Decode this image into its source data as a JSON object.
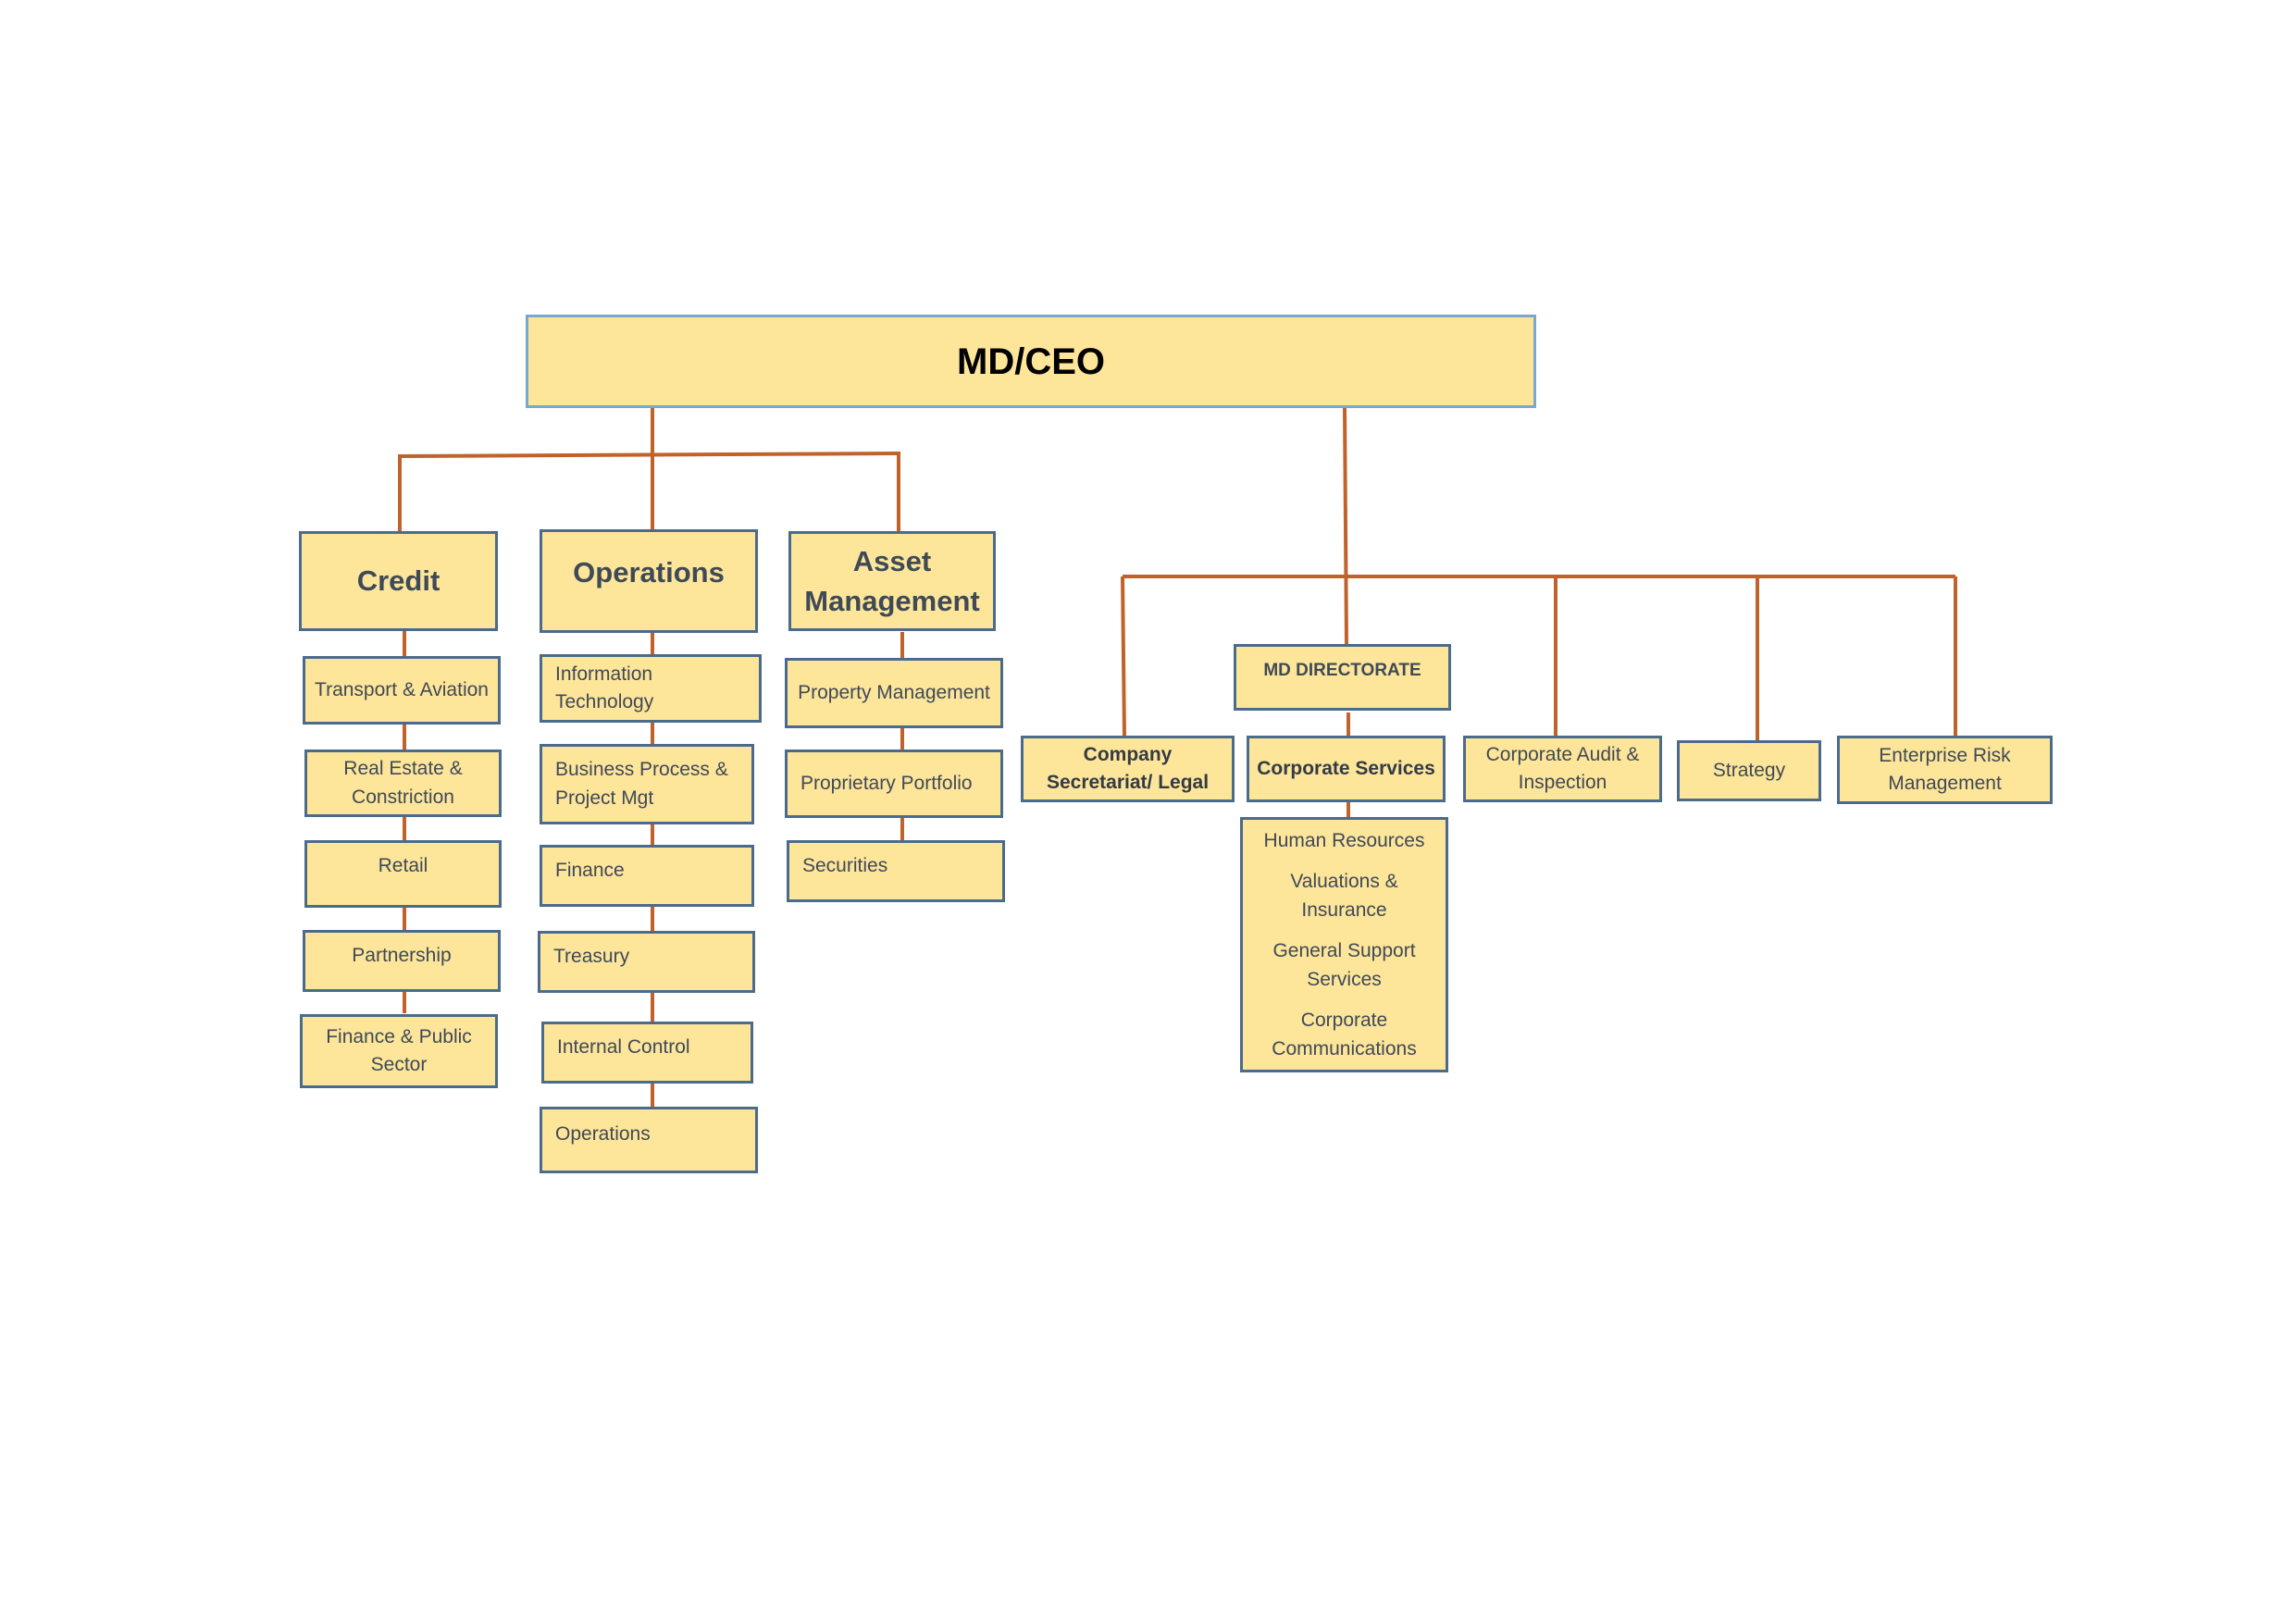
{
  "ceo": "MD/CEO",
  "divisions": {
    "credit": {
      "title": "Credit",
      "units": [
        "Transport & Aviation",
        "Real Estate & Constriction",
        "Retail",
        "Partnership",
        "Finance & Public Sector"
      ]
    },
    "operations": {
      "title": "Operations",
      "units": [
        "Information Technology",
        "Business Process & Project Mgt",
        "Finance",
        "Treasury",
        "Internal Control",
        "Operations"
      ]
    },
    "asset_management": {
      "title": "Asset Management",
      "units": [
        "Property Management",
        "Proprietary Portfolio",
        "Securities"
      ]
    }
  },
  "directorate": {
    "title": "MD DIRECTORATE",
    "company_secretariat": "Company Secretariat/ Legal",
    "corporate_services": {
      "title": "Corporate Services",
      "units": [
        "Human Resources",
        "Valuations & Insurance",
        "General Support Services",
        "Corporate Communications"
      ]
    },
    "corporate_audit": "Corporate Audit & Inspection",
    "strategy": "Strategy",
    "enterprise_risk": "Enterprise Risk Management"
  },
  "colors": {
    "box_fill": "#fde59a",
    "box_border": "#4b6b8c",
    "ceo_border": "#7aa7cf",
    "connector": "#c0622a"
  }
}
